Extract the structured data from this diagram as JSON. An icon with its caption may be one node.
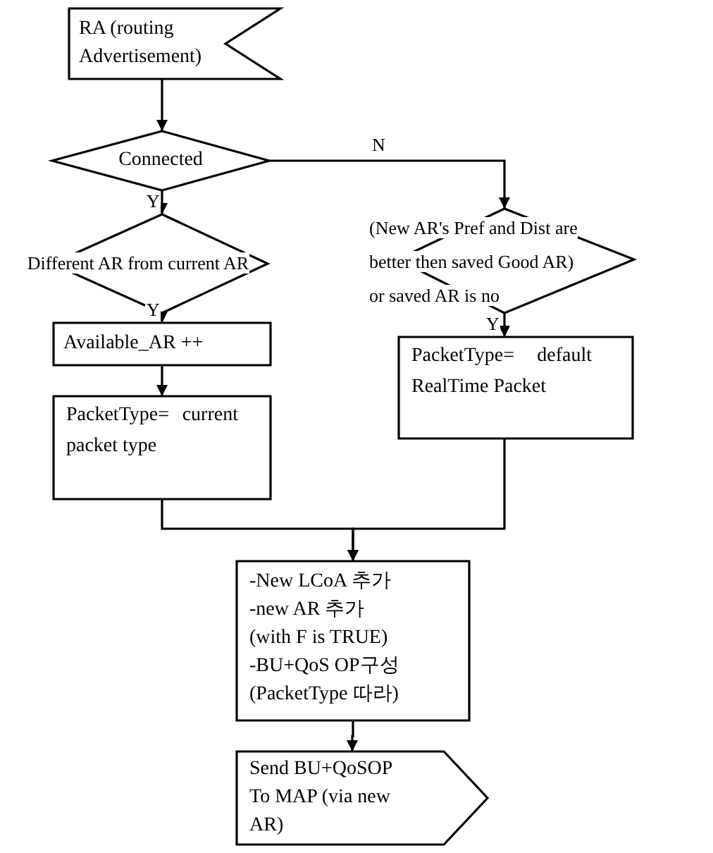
{
  "diagram": {
    "nodes": [
      {
        "text": [
          "RA (routing Advertisement)"
        ]
      },
      {
        "text": [
          "Connected"
        ]
      },
      {
        "text": [
          "Different AR from current AR"
        ]
      },
      {
        "text": [
          "(New AR's Pref and Dist are better then saved Good AR) or saved AR is no"
        ]
      },
      {
        "text": [
          "Available_AR ++"
        ]
      },
      {
        "text": [
          "PacketType= current packet type"
        ]
      },
      {
        "text": [
          "PacketType= default RealTime Packet"
        ]
      },
      {
        "text": [
          "-New LCoA 추가",
          "-new AR 추가",
          "(with F is TRUE)",
          "-BU+QoS OP구성",
          "(PacketType 따라)"
        ]
      },
      {
        "text": [
          "Send BU+QoSOP To MAP (via new AR)"
        ]
      }
    ],
    "edges": [
      {
        "from": 0,
        "to": 1,
        "arrow": "to"
      },
      {
        "from": 1,
        "to": 2,
        "arrow": "to",
        "label": "Y"
      },
      {
        "from": 1,
        "to": 3,
        "arrow": "to",
        "label": "N"
      },
      {
        "from": 2,
        "to": 4,
        "arrow": "to",
        "label": "Y"
      },
      {
        "from": 3,
        "to": 6,
        "arrow": "to",
        "label": "Y"
      },
      {
        "from": 4,
        "to": 5,
        "arrow": "to"
      },
      {
        "from": 5,
        "to": 7,
        "arrow": "to"
      },
      {
        "from": 6,
        "to": 7,
        "arrow": "to"
      },
      {
        "from": 7,
        "to": 8,
        "arrow": "to"
      }
    ]
  }
}
